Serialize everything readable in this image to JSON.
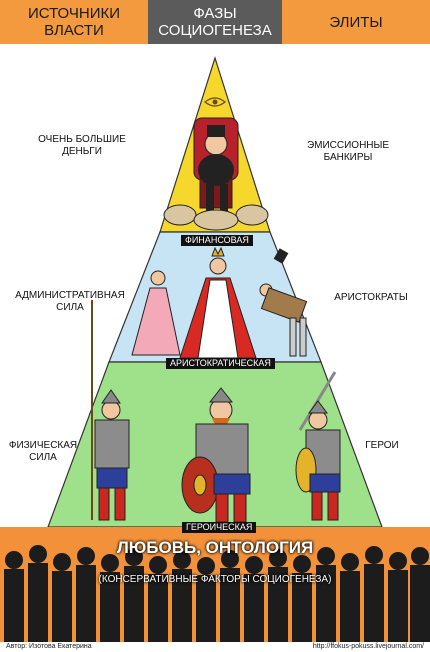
{
  "header": {
    "left": "ИСТОЧНИКИ\nВЛАСТИ",
    "middle": "ФАЗЫ\nСОЦИОГЕНЕЗА",
    "right": "ЭЛИТЫ"
  },
  "levels": {
    "financial": {
      "source": "ОЧЕНЬ БОЛЬШИЕ\nДЕНЬГИ",
      "phase": "ФИНАНСОВАЯ",
      "elite": "ЭМИССИОННЫЕ БАНКИРЫ"
    },
    "aristocratic": {
      "source": "АДМИНИСТРАТИВНАЯ\nСИЛА",
      "phase": "АРИСТОКРАТИЧЕСКАЯ",
      "elite": "АРИСТОКРАТЫ"
    },
    "heroic": {
      "source": "ФИЗИЧЕСКАЯ\nСИЛА",
      "phase": "ГЕРОИЧЕСКАЯ",
      "elite": "ГЕРОИ"
    }
  },
  "base": {
    "title": "ЛЮБОВЬ, ОНТОЛОГИЯ",
    "subtitle": "(КОНСЕРВАТИВНЫЕ ФАКТОРЫ СОЦИОГЕНЕЗА)"
  },
  "footer": {
    "author": "Автор: Изотова  Екатерина",
    "url": "http://ffokus-pokuss.livejournal.com/"
  },
  "colors": {
    "financial": "#f6d72b",
    "aristocratic": "#c6e4f3",
    "heroic": "#9fe08a",
    "base": "#f2913a",
    "header_side": "#f39a3e",
    "header_middle": "#5b5b5b"
  }
}
